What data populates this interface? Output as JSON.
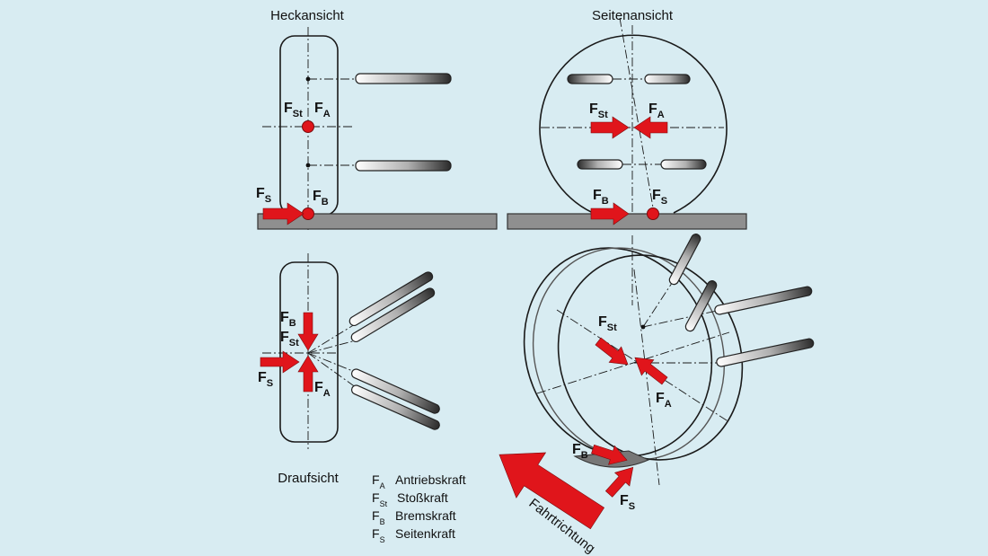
{
  "views": {
    "rear": "Heckansicht",
    "side": "Seitenansicht",
    "top": "Draufsicht"
  },
  "force_symbols": {
    "main": "F",
    "a": "A",
    "st": "St",
    "b": "B",
    "s": "S"
  },
  "legend": [
    {
      "sym": "F",
      "sub": "A",
      "label": "Antriebskraft"
    },
    {
      "sym": "F",
      "sub": "St",
      "label": "Stoßkraft"
    },
    {
      "sym": "F",
      "sub": "B",
      "label": "Bremskraft"
    },
    {
      "sym": "F",
      "sub": "S",
      "label": "Seitenkraft"
    }
  ],
  "direction_label": "Fahrtrichtung",
  "colors": {
    "background": "#d8ecf2",
    "force_arrow": "#e0151b",
    "ground": "#8f8f8f"
  }
}
